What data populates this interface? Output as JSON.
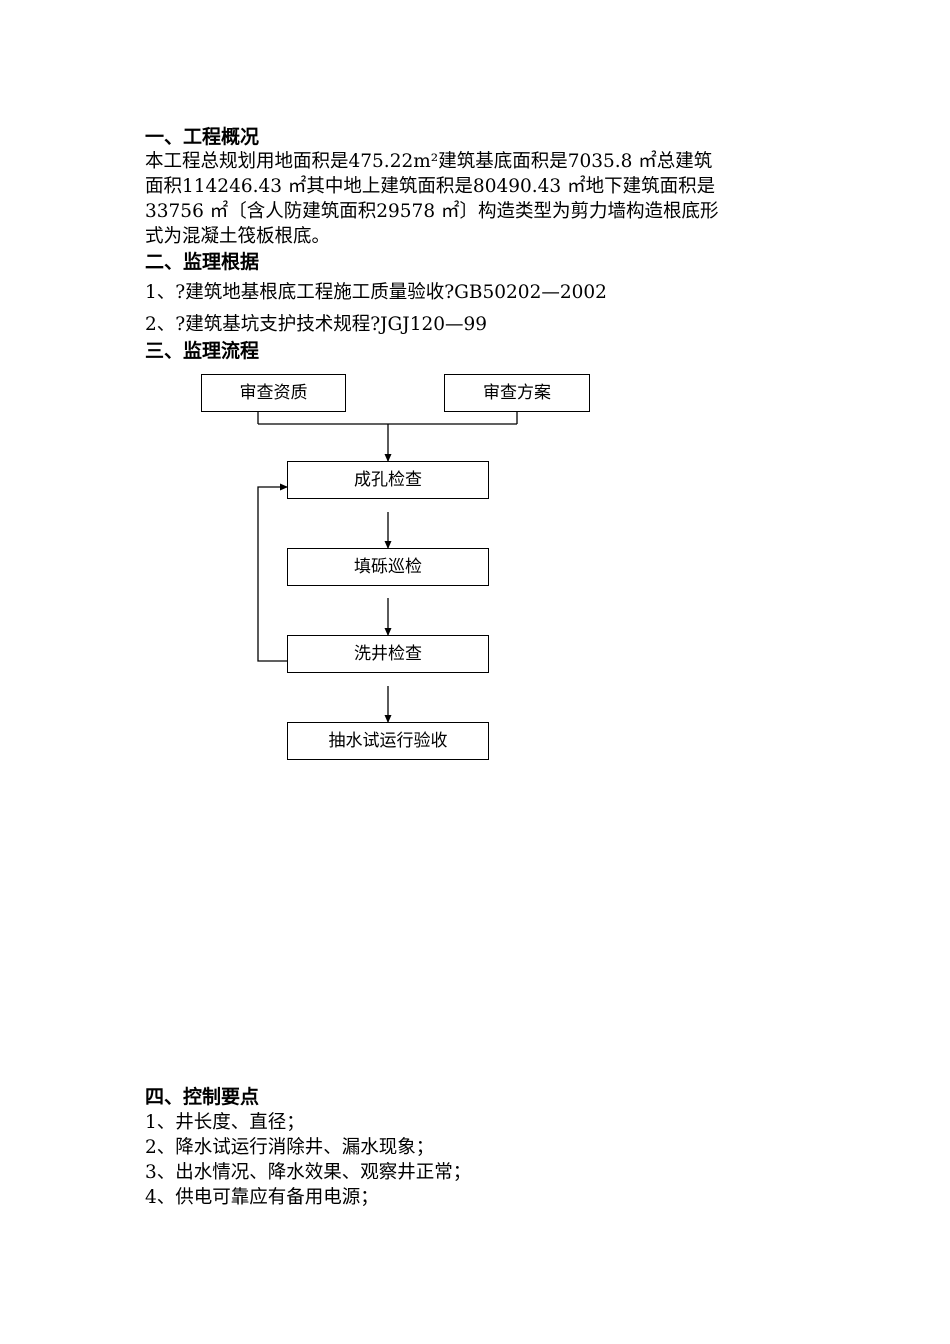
{
  "section1": {
    "heading": "一、工程概况",
    "lines": [
      "本工程总规划用地面积是475.22m²建筑基底面积是7035.8 ㎡总建筑",
      "面积114246.43 ㎡其中地上建筑面积是80490.43 ㎡地下建筑面积是",
      "33756 ㎡〔含人防建筑面积29578 ㎡〕构造类型为剪力墙构造根底形",
      "式为混凝土筏板根底。"
    ]
  },
  "section2": {
    "heading": "二、监理根据",
    "items": [
      "1、?建筑地基根底工程施工质量验收?GB50202—2002",
      "2、?建筑基坑支护技术规程?JGJ120—99"
    ]
  },
  "section3": {
    "heading": "三、监理流程",
    "flow": {
      "review_qualification": "审查资质",
      "review_plan": "审查方案",
      "hole_check": "成孔检查",
      "gravel_patrol": "填砾巡检",
      "well_wash_check": "洗井检查",
      "pump_trial_acceptance": "抽水试运行验收"
    }
  },
  "section4": {
    "heading": "四、控制要点",
    "items": [
      "1、井长度、直径；",
      "2、降水试运行消除井、漏水现象；",
      "3、出水情况、降水效果、观察井正常；",
      "4、供电可靠应有备用电源；"
    ]
  }
}
